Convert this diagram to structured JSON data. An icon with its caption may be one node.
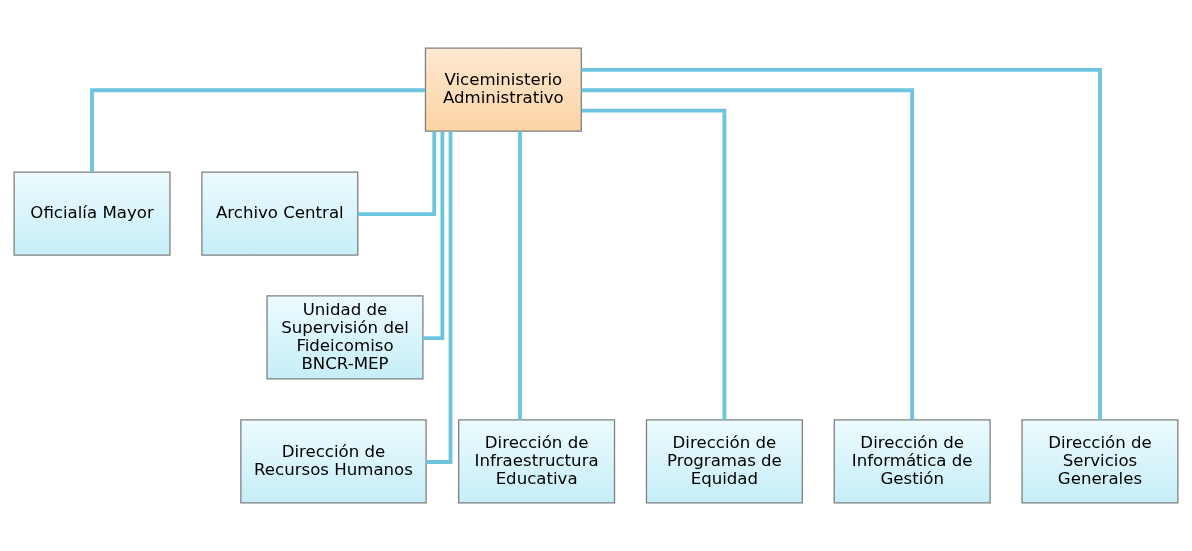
{
  "diagram": {
    "nodes": [
      {
        "text": [
          "Viceministerio Administrativo"
        ]
      },
      {
        "text": [
          "Oficialía Mayor"
        ]
      },
      {
        "text": [
          "Archivo Central"
        ]
      },
      {
        "text": [
          "Unidad de Supervisión del Fideicomiso BNCR-MEP"
        ]
      },
      {
        "text": [
          "Dirección de Recursos Humanos"
        ]
      },
      {
        "text": [
          "Dirección de Infraestructura Educativa"
        ]
      },
      {
        "text": [
          "Dirección de Programas de Equidad"
        ]
      },
      {
        "text": [
          "Dirección de Informática de Gestión"
        ]
      },
      {
        "text": [
          "Dirección de Servicios Generales"
        ]
      }
    ],
    "edges": [
      {
        "from": 0,
        "to": 1,
        "arrow": "none"
      },
      {
        "from": 0,
        "to": 2,
        "arrow": "none"
      },
      {
        "from": 0,
        "to": 3,
        "arrow": "none"
      },
      {
        "from": 0,
        "to": 4,
        "arrow": "none"
      },
      {
        "from": 0,
        "to": 5,
        "arrow": "none"
      },
      {
        "from": 0,
        "to": 6,
        "arrow": "none"
      },
      {
        "from": 0,
        "to": 7,
        "arrow": "none"
      },
      {
        "from": 0,
        "to": 8,
        "arrow": "none"
      }
    ]
  }
}
